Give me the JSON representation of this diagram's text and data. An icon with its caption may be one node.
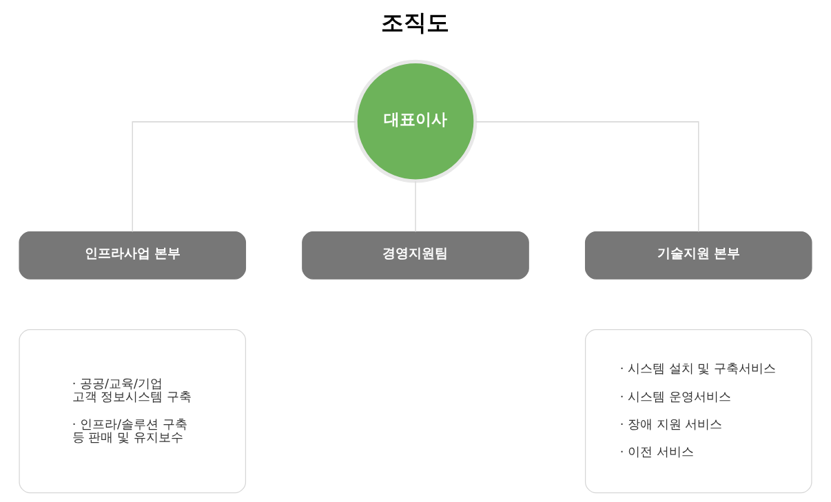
{
  "diagram": {
    "title": "조직도",
    "nodes": [
      {
        "text": [
          "대표이사"
        ]
      },
      {
        "text": [
          "인프라사업 본부"
        ]
      },
      {
        "text": [
          "경영지원팀"
        ]
      },
      {
        "text": [
          "기술지원 본부"
        ]
      },
      {
        "text": [
          "· 공공/교육/기업 고객 정보시스템 구축",
          "· 인프라/솔루션 구축 등 판매 및 유지보수"
        ]
      },
      {
        "text": [
          "· 시스템 설치 및 구축서비스",
          "· 시스템 운영서비스",
          "· 장애 지원 서비스",
          "· 이전 서비스"
        ]
      }
    ],
    "edges": [
      {
        "from": 0,
        "to": 1,
        "arrow": "none"
      },
      {
        "from": 0,
        "to": 2,
        "arrow": "none"
      },
      {
        "from": 0,
        "to": 3,
        "arrow": "none"
      }
    ]
  }
}
